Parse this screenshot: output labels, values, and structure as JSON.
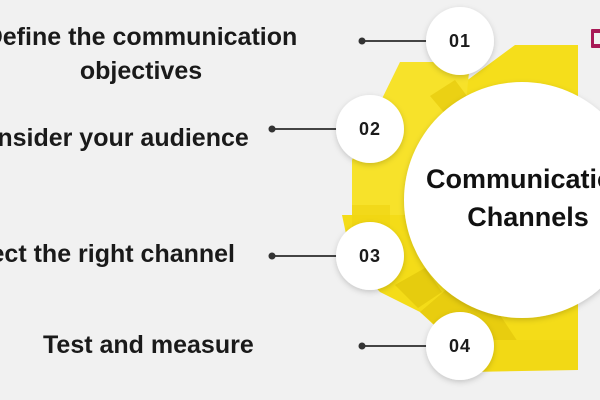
{
  "center": {
    "line1": "Communication",
    "line2": "Channels"
  },
  "steps": [
    {
      "number": "01",
      "line1": "Define the communication",
      "line2": "objectives"
    },
    {
      "number": "02",
      "line1": "Consider your audience"
    },
    {
      "number": "03",
      "line1": "Select the right channel"
    },
    {
      "number": "04",
      "line1": "Test and measure"
    }
  ],
  "colors": {
    "background": "#f1f1f1",
    "accent_yellow": "#f5de1b",
    "accent_yellow_dark": "#e3c70c",
    "circle_fill": "#ffffff",
    "brand": "#a81956",
    "text": "#1a1a1a"
  },
  "icons": [
    "connector-dot-icon",
    "brand-logo-icon"
  ]
}
